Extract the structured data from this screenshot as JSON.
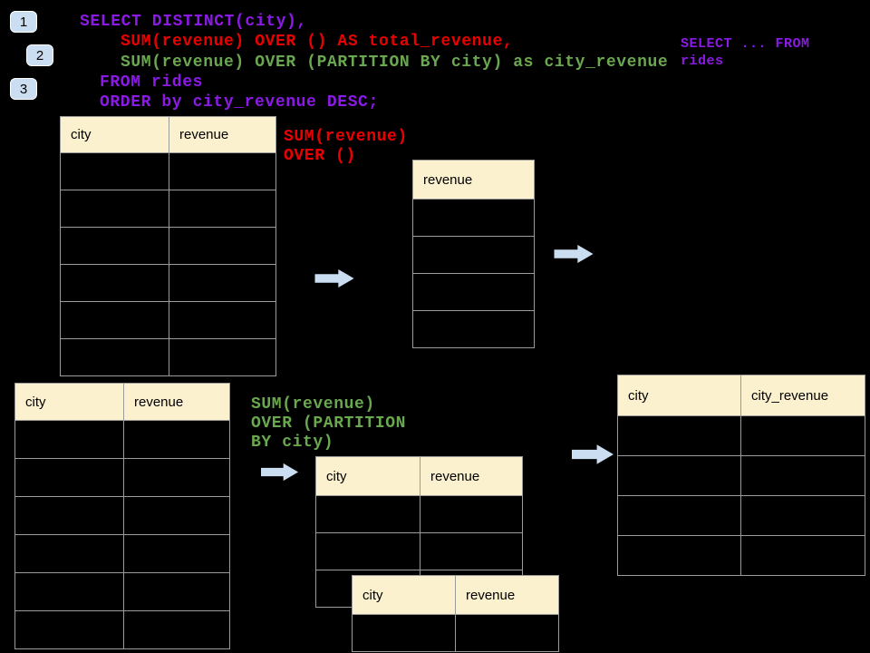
{
  "colors": {
    "background": "#000000",
    "purple": "#8C1AE6",
    "red": "#EA0000",
    "green": "#6AA84F",
    "header_fill": "#FCF1CF",
    "table_border": "#9B9B9B",
    "arrow_fill": "#CBDEF1",
    "badge_fill": "#CBDEF1",
    "badge_text": "#000000",
    "header_text": "#000000"
  },
  "badges": [
    {
      "label": "1"
    },
    {
      "label": "2"
    },
    {
      "label": "3"
    }
  ],
  "sql": {
    "lines": [
      "SELECT DISTINCT(city),",
      "SUM(revenue) OVER () AS total_revenue,",
      "SUM(revenue) OVER (PARTITION BY city) as city_revenue",
      "FROM rides",
      "ORDER by city_revenue DESC;"
    ]
  },
  "side_note": {
    "lines": [
      "SELECT ... FROM",
      "rides"
    ]
  },
  "annotations": {
    "total_window": {
      "lines": [
        "SUM(revenue)",
        "OVER ()"
      ]
    },
    "partition_window": {
      "lines": [
        "SUM(revenue)",
        "OVER (PARTITION",
        "BY city)"
      ]
    }
  },
  "tables": {
    "source_top": {
      "headers": [
        "city",
        "revenue"
      ],
      "rows": 6
    },
    "total_result": {
      "headers": [
        "revenue"
      ],
      "rows": 4
    },
    "source_bottom": {
      "headers": [
        "city",
        "revenue"
      ],
      "rows": 6
    },
    "partition_mid": {
      "headers": [
        "city",
        "revenue"
      ],
      "rows": 3
    },
    "partition_overlay": {
      "headers": [
        "city",
        "revenue"
      ],
      "rows": 1
    },
    "city_revenue_result": {
      "headers": [
        "city",
        "city_revenue"
      ],
      "rows": 4
    }
  }
}
